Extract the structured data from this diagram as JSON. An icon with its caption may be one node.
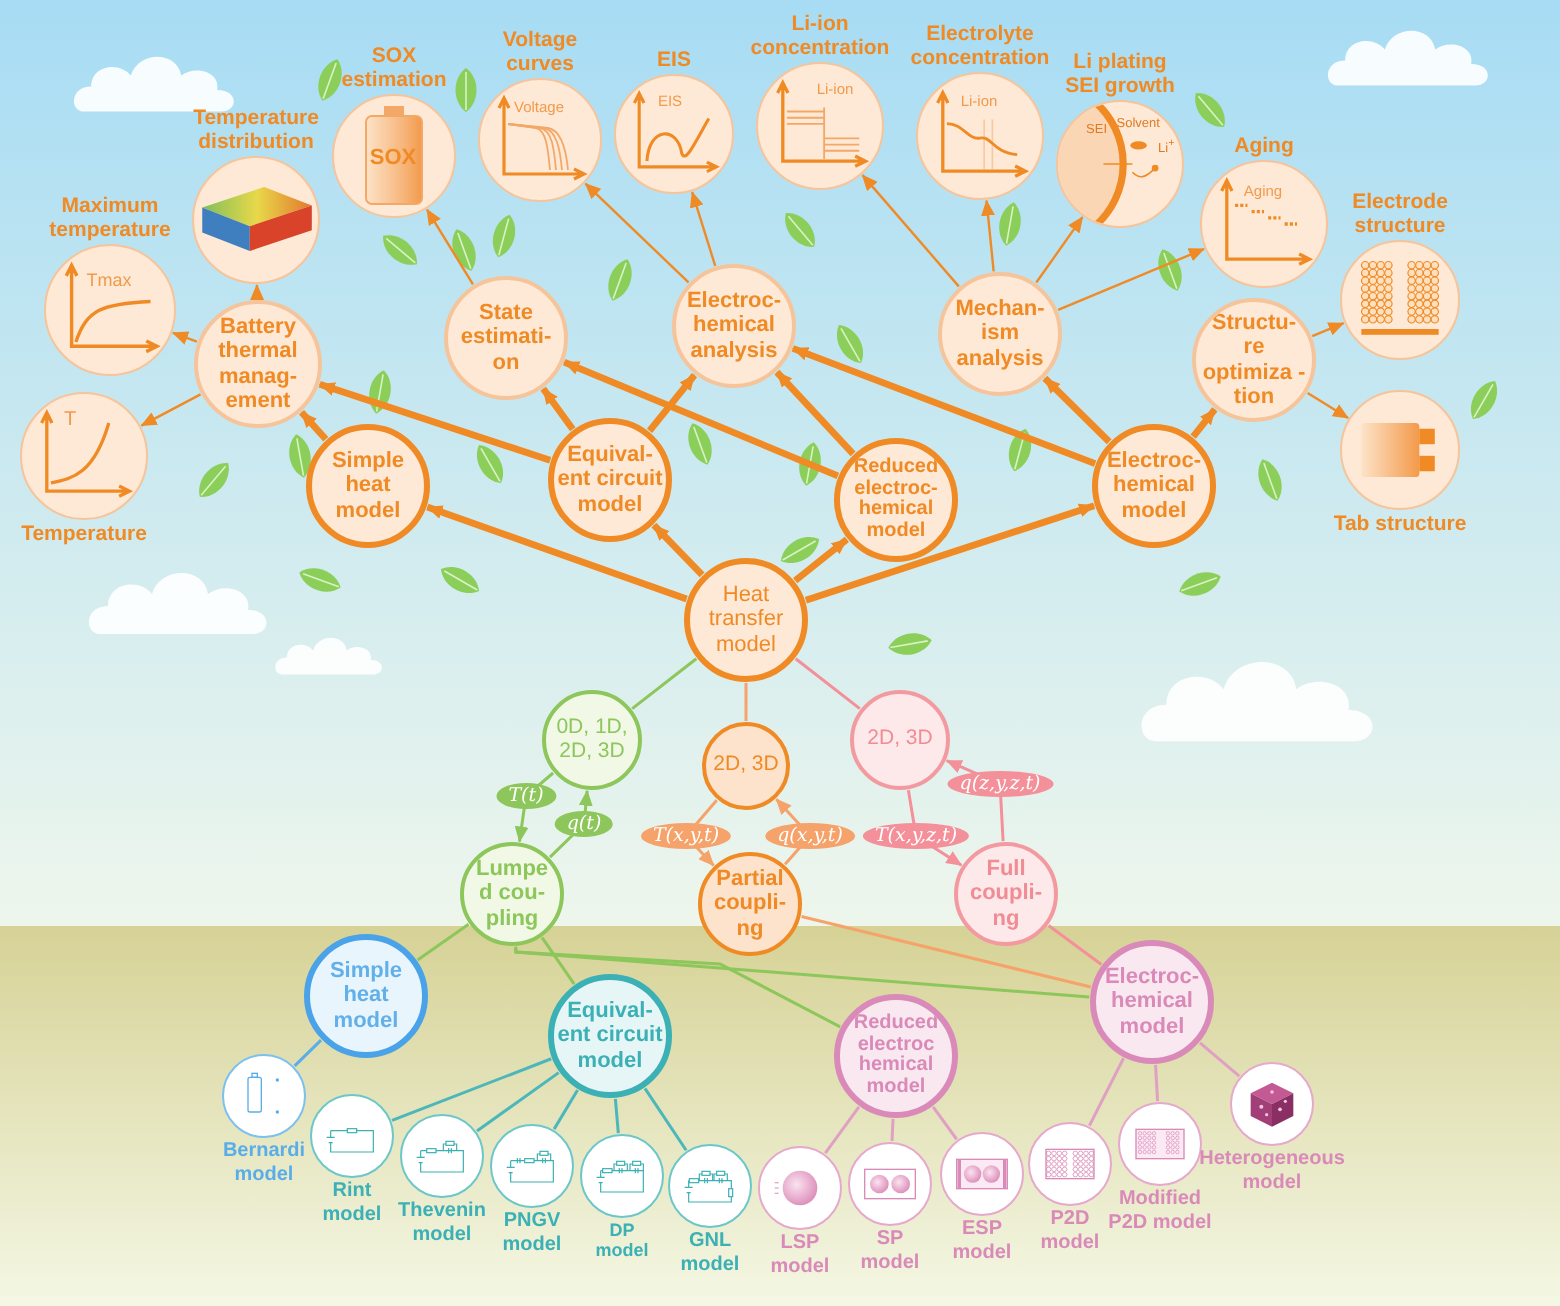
{
  "diagram": {
    "nodes": [
      {
        "text": [
          "Maximum temperature",
          "Tmax"
        ]
      },
      {
        "text": [
          "Temperature distribution"
        ]
      },
      {
        "text": [
          "T",
          "Temperature"
        ]
      },
      {
        "text": [
          "Battery thermal manag- ement"
        ]
      },
      {
        "text": [
          "SOX estimation",
          "SOX"
        ]
      },
      {
        "text": [
          "Voltage curves",
          "Voltage"
        ]
      },
      {
        "text": [
          "EIS",
          "EIS"
        ]
      },
      {
        "text": [
          "Li-ion concentration",
          "Li-ion"
        ]
      },
      {
        "text": [
          "Electrolyte concentration",
          "Li-ion"
        ]
      },
      {
        "text": [
          "Li plating SEI growth",
          "SEI",
          "Solvent",
          "Li$^{+}$"
        ]
      },
      {
        "text": [
          "Aging",
          "Aging"
        ]
      },
      {
        "text": [
          "Electrode structure"
        ]
      },
      {
        "text": [
          "Tab structure"
        ]
      },
      {
        "text": [
          "State estimati- on"
        ]
      },
      {
        "text": [
          "Electroc- hemical analysis"
        ]
      },
      {
        "text": [
          "Mechan- ism analysis"
        ]
      },
      {
        "text": [
          "Structu- re optimiza -tion"
        ]
      },
      {
        "text": [
          "Simple heat model"
        ]
      },
      {
        "text": [
          "Equival- ent circuit model"
        ]
      },
      {
        "text": [
          "Reduced electroc- hemical model"
        ]
      },
      {
        "text": [
          "Electroc- hemical model"
        ]
      },
      {
        "text": [
          "Heat transfer model"
        ]
      },
      {
        "text": [
          "0D, 1D, 2D, 3D"
        ]
      },
      {
        "text": [
          "2D, 3D"
        ]
      },
      {
        "text": [
          "2D, 3D"
        ]
      },
      {
        "text": [
          "Lumpe d cou- pling"
        ]
      },
      {
        "text": [
          "Partial coupli- ng"
        ]
      },
      {
        "text": [
          "Full coupli- ng"
        ]
      },
      {
        "text": [
          "Simple heat model"
        ]
      },
      {
        "text": [
          "Equival- ent circuit model"
        ]
      },
      {
        "text": [
          "Reduced electroc hemical model"
        ]
      },
      {
        "text": [
          "Electroc- hemical model"
        ]
      },
      {
        "text": [
          "Bernardi model"
        ]
      },
      {
        "text": [
          "Rint model"
        ]
      },
      {
        "text": [
          "Thevenin model"
        ]
      },
      {
        "text": [
          "PNGV model"
        ]
      },
      {
        "text": [
          "DP model"
        ]
      },
      {
        "text": [
          "GNL model"
        ]
      },
      {
        "text": [
          "LSP model"
        ]
      },
      {
        "text": [
          "SP model"
        ]
      },
      {
        "text": [
          "ESP model"
        ]
      },
      {
        "text": [
          "P2D model"
        ]
      },
      {
        "text": [
          "Modified P2D model"
        ]
      },
      {
        "text": [
          "Heterogeneous model"
        ]
      }
    ],
    "edges": [
      {
        "from": 21,
        "to": 17,
        "arrow": "to",
        "style": "thick"
      },
      {
        "from": 21,
        "to": 18,
        "arrow": "to",
        "style": "thick"
      },
      {
        "from": 21,
        "to": 19,
        "arrow": "to",
        "style": "thick"
      },
      {
        "from": 21,
        "to": 20,
        "arrow": "to",
        "style": "thick"
      },
      {
        "from": 17,
        "to": 3,
        "arrow": "to",
        "style": "thick"
      },
      {
        "from": 18,
        "to": 3,
        "arrow": "to",
        "style": "thick"
      },
      {
        "from": 18,
        "to": 13,
        "arrow": "to",
        "style": "thick"
      },
      {
        "from": 18,
        "to": 14,
        "arrow": "to",
        "style": "thick"
      },
      {
        "from": 19,
        "to": 13,
        "arrow": "to",
        "style": "thick"
      },
      {
        "from": 19,
        "to": 14,
        "arrow": "to",
        "style": "thick"
      },
      {
        "from": 20,
        "to": 14,
        "arrow": "to",
        "style": "thick"
      },
      {
        "from": 20,
        "to": 15,
        "arrow": "to",
        "style": "thick"
      },
      {
        "from": 20,
        "to": 16,
        "arrow": "to",
        "style": "thick"
      },
      {
        "from": 3,
        "to": 0,
        "arrow": "to"
      },
      {
        "from": 3,
        "to": 1,
        "arrow": "to"
      },
      {
        "from": 3,
        "to": 2,
        "arrow": "to"
      },
      {
        "from": 13,
        "to": 4,
        "arrow": "to"
      },
      {
        "from": 14,
        "to": 5,
        "arrow": "to"
      },
      {
        "from": 14,
        "to": 6,
        "arrow": "to"
      },
      {
        "from": 15,
        "to": 7,
        "arrow": "to"
      },
      {
        "from": 15,
        "to": 8,
        "arrow": "to"
      },
      {
        "from": 15,
        "to": 9,
        "arrow": "to"
      },
      {
        "from": 15,
        "to": 10,
        "arrow": "to"
      },
      {
        "from": 16,
        "to": 11,
        "arrow": "to"
      },
      {
        "from": 16,
        "to": 12,
        "arrow": "to"
      },
      {
        "from": 21,
        "to": 22,
        "arrow": "none",
        "color": "#8dc65a"
      },
      {
        "from": 21,
        "to": 23,
        "arrow": "none",
        "color": "#f5a36a"
      },
      {
        "from": 21,
        "to": 24,
        "arrow": "none",
        "color": "#f39099"
      },
      {
        "from": 22,
        "to": 25,
        "arrow": "to",
        "label": "T(t)",
        "color": "#8dc65a"
      },
      {
        "from": 25,
        "to": 22,
        "arrow": "to",
        "label": "q(t)",
        "color": "#8dc65a"
      },
      {
        "from": 23,
        "to": 26,
        "arrow": "to",
        "label": "T(x,y,t)",
        "color": "#f5a36a"
      },
      {
        "from": 26,
        "to": 23,
        "arrow": "to",
        "label": "q(x,y,t)",
        "color": "#f5a36a"
      },
      {
        "from": 24,
        "to": 27,
        "arrow": "to",
        "label": "T(x,y,z,t)",
        "color": "#f39099"
      },
      {
        "from": 27,
        "to": 24,
        "arrow": "to",
        "label": "q(z,y,z,t)",
        "color": "#f39099"
      },
      {
        "from": 25,
        "to": 28,
        "arrow": "none",
        "color": "#8dc65a"
      },
      {
        "from": 25,
        "to": 29,
        "arrow": "none",
        "color": "#8dc65a"
      },
      {
        "from": 25,
        "to": 30,
        "arrow": "none",
        "color": "#8dc65a"
      },
      {
        "from": 25,
        "to": 31,
        "arrow": "none",
        "color": "#8dc65a"
      },
      {
        "from": 26,
        "to": 31,
        "arrow": "none",
        "color": "#f5a36a"
      },
      {
        "from": 27,
        "to": 31,
        "arrow": "none",
        "color": "#f39099"
      },
      {
        "from": 28,
        "to": 32,
        "arrow": "none",
        "color": "#5aaee8"
      },
      {
        "from": 29,
        "to": 33,
        "arrow": "none",
        "color": "#4bb7bb"
      },
      {
        "from": 29,
        "to": 34,
        "arrow": "none",
        "color": "#4bb7bb"
      },
      {
        "from": 29,
        "to": 35,
        "arrow": "none",
        "color": "#4bb7bb"
      },
      {
        "from": 29,
        "to": 36,
        "arrow": "none",
        "color": "#4bb7bb"
      },
      {
        "from": 29,
        "to": 37,
        "arrow": "none",
        "color": "#4bb7bb"
      },
      {
        "from": 30,
        "to": 38,
        "arrow": "none",
        "color": "#e0a0c4"
      },
      {
        "from": 30,
        "to": 39,
        "arrow": "none",
        "color": "#e0a0c4"
      },
      {
        "from": 30,
        "to": 40,
        "arrow": "none",
        "color": "#e0a0c4"
      },
      {
        "from": 31,
        "to": 41,
        "arrow": "none",
        "color": "#e0a0c4"
      },
      {
        "from": 31,
        "to": 42,
        "arrow": "none",
        "color": "#e0a0c4"
      },
      {
        "from": 31,
        "to": 43,
        "arrow": "none",
        "color": "#e0a0c4"
      }
    ]
  }
}
